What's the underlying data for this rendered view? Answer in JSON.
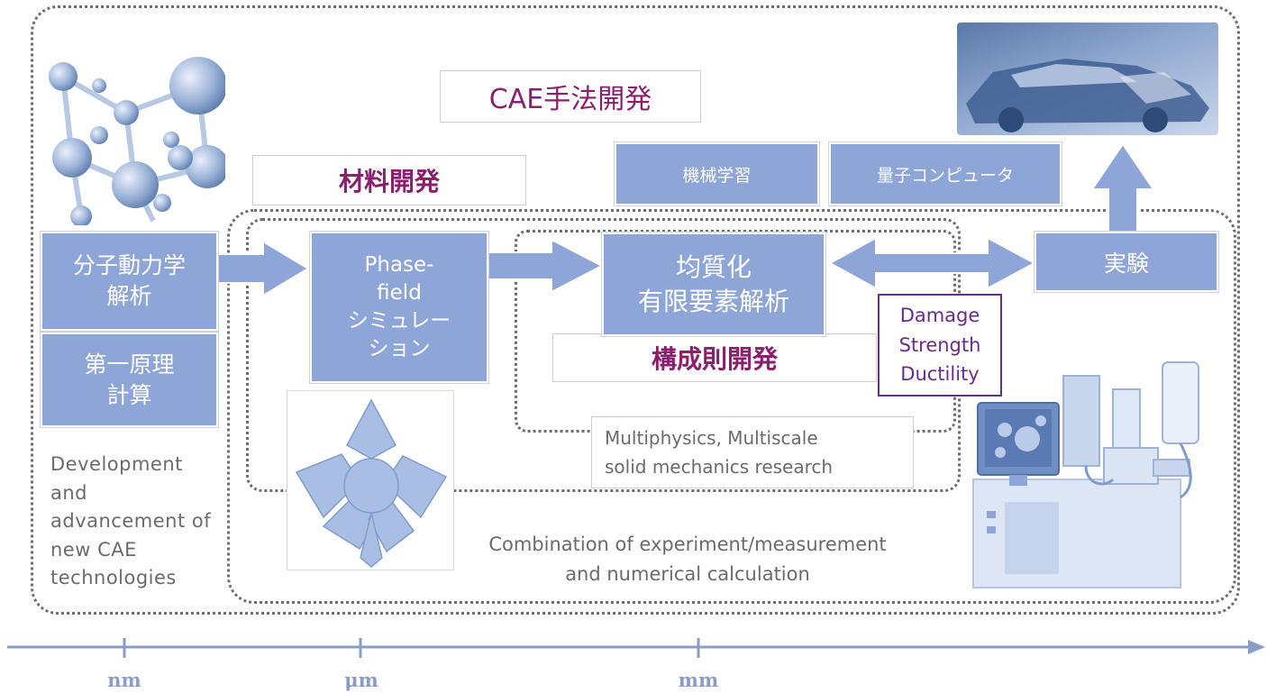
{
  "titles": {
    "cae": "CAE手法開発",
    "material": "材料開発",
    "constitutive": "構成則開発"
  },
  "boxes": {
    "molecular": "分子動力学\n解析",
    "first_principles": "第一原理\n計算",
    "phase_field": "Phase-\nfield\nシミュレー\nション",
    "homogenization": "均質化\n有限要素解析",
    "experiment": "実験",
    "machine_learning": "機械学習",
    "quantum": "量子コンピュータ"
  },
  "damage_box": "Damage\nStrength\nDuctility",
  "texts": {
    "development": "Development\nand\nadvancement of\nnew CAE\ntechnologies",
    "multiphysics": "Multiphysics, Multiscale\nsolid mechanics research",
    "combination": "Combination of experiment/measurement\nand numerical calculation"
  },
  "axis": {
    "ticks": [
      "nm",
      "μm",
      "mm"
    ]
  },
  "colors": {
    "box_blue": "#8ea5d8",
    "title_purple": "#8b1f6e",
    "axis": "#8a9cc8"
  },
  "illustrations": [
    "crystal-lattice-image",
    "dendrite-crystal-image",
    "crashed-car-image",
    "microscope-equipment-image"
  ]
}
